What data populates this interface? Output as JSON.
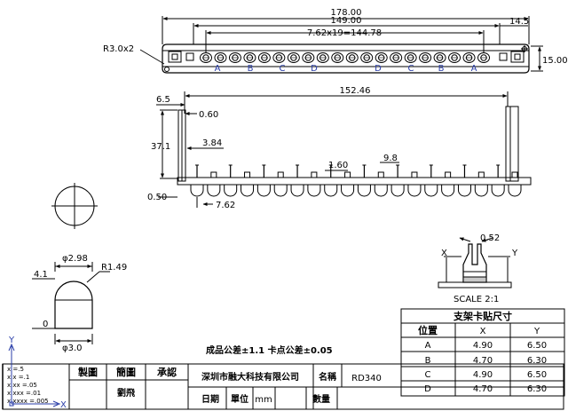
{
  "top_view": {
    "dim_total": "178.00",
    "dim_inner": "149.00",
    "dim_pitch": "7.62x19=144.78",
    "dim_right": "14.5",
    "dim_height": "15.00",
    "radius_label": "R3.0x2",
    "position_letters": [
      "A",
      "B",
      "C",
      "D",
      "D",
      "C",
      "B",
      "A"
    ]
  },
  "side_view": {
    "dim_length": "152.46",
    "dim_6_5": "6.5",
    "dim_0_60": "0.60",
    "dim_37_1": "37.1",
    "dim_3_84": "3.84",
    "dim_1_60": "1.60",
    "dim_9_8": "9.8",
    "dim_0_50": "0.50",
    "dim_7_62": "7.62"
  },
  "pin_detail": {
    "dim_2_98": "φ2.98",
    "dim_r149": "R1.49",
    "dim_4_1": "4.1",
    "dim_0": "0",
    "dim_3_0": "φ3.0"
  },
  "clip_detail": {
    "dim_0_52": "0.52",
    "axis_x": "X",
    "axis_y": "Y",
    "scale": "SCALE 2:1"
  },
  "tolerance_note": "成品公差±1.1  卡点公差±0.05",
  "position_table": {
    "title": "支架卡贴尺寸",
    "headers": [
      "位置",
      "X",
      "Y"
    ],
    "rows": [
      [
        "A",
        "4.90",
        "6.50"
      ],
      [
        "B",
        "4.70",
        "6.30"
      ],
      [
        "C",
        "4.90",
        "6.50"
      ],
      [
        "D",
        "4.70",
        "6.30"
      ]
    ]
  },
  "title_block": {
    "tolerances": [
      "x     =.5",
      "x.x    =.1",
      "x.xx   =.05",
      "x.xxx  =.01",
      "x.xxxx =.005"
    ],
    "headers": [
      "製圖",
      "簡圖",
      "承認"
    ],
    "drafter": "劉飛",
    "company": "深圳市融大科技有限公司",
    "name_label": "名稱",
    "name_value": "RD340",
    "date_label": "日期",
    "unit_label": "單位",
    "unit_value": "mm",
    "qty_label": "數量"
  },
  "ucs": {
    "axis_y": "Y",
    "axis_x": "X"
  }
}
